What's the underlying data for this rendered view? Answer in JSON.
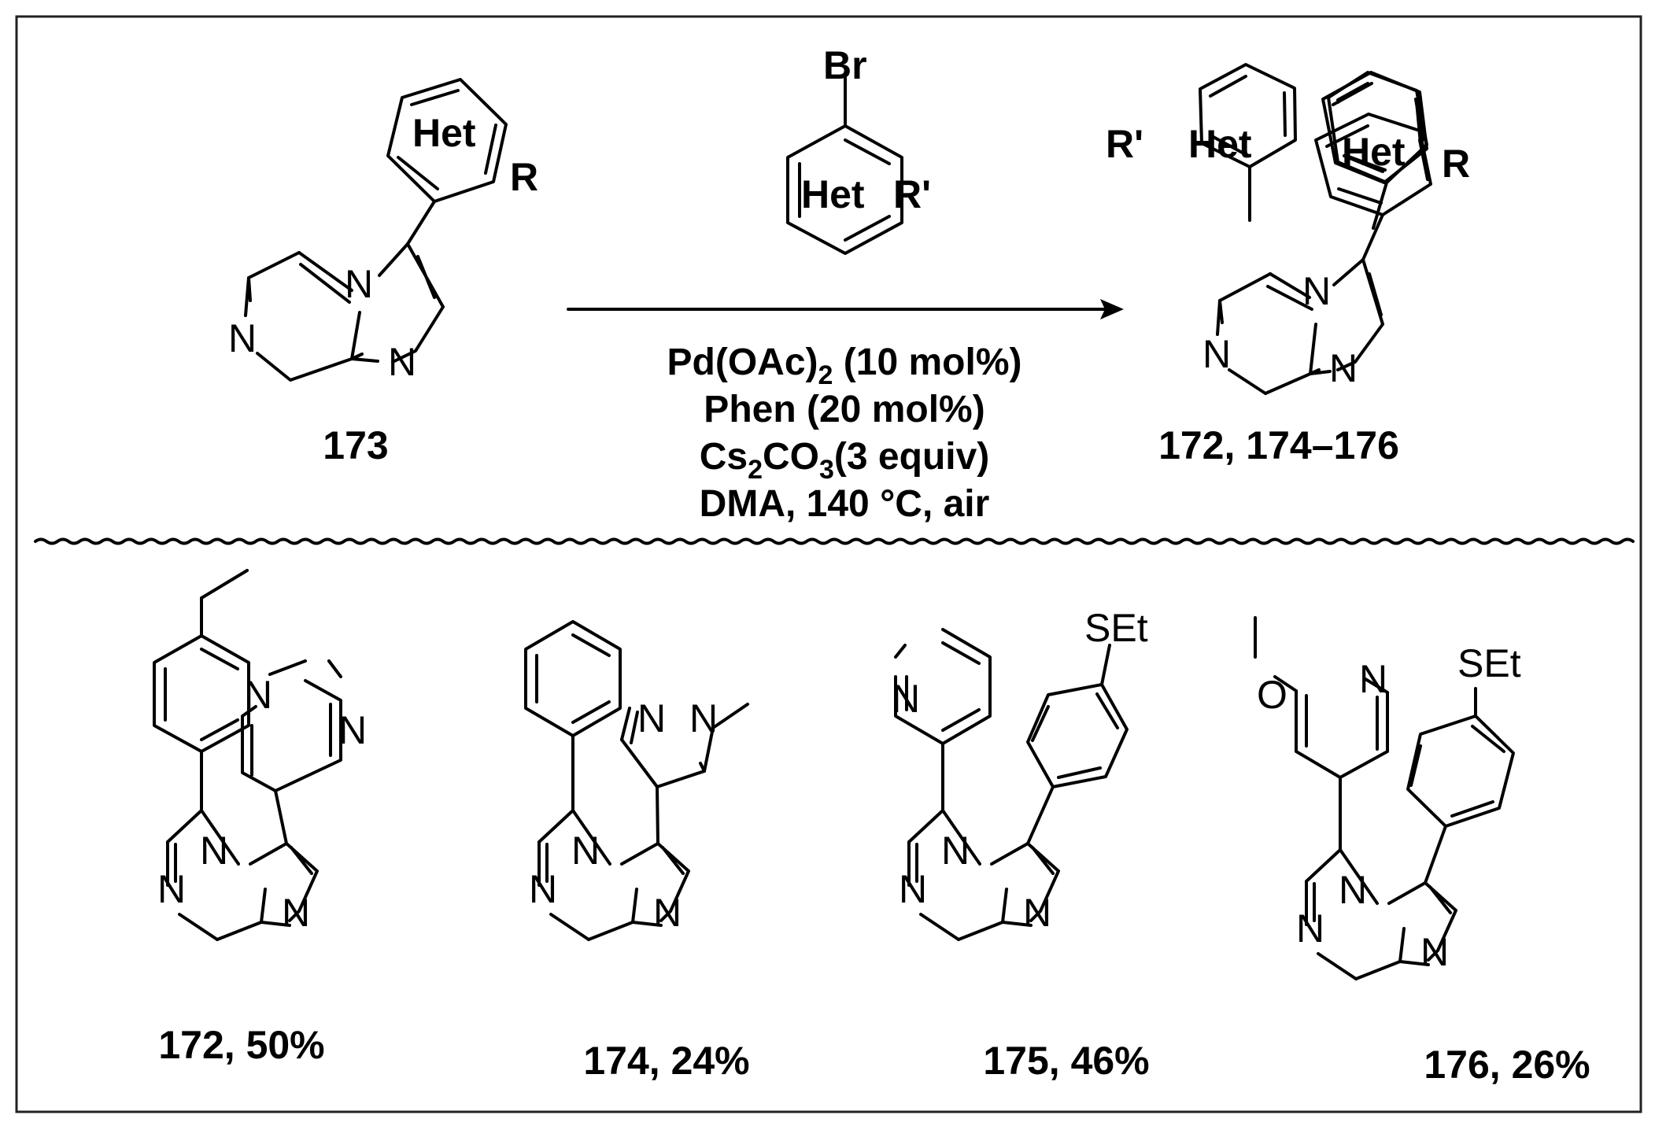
{
  "reaction": {
    "starting_material": {
      "label": "173",
      "het": "Het",
      "r": "R"
    },
    "reagent": {
      "br": "Br",
      "het": "Het",
      "r_prime": "R'"
    },
    "conditions": {
      "line1_main": "Pd(OAc)",
      "line1_sub": "2",
      "line1_rest": " (10 mol%)",
      "line2": "Phen (20 mol%)",
      "line3_a": "Cs",
      "line3_sub1": "2",
      "line3_b": "CO",
      "line3_sub2": "3",
      "line3_c": "(3 equiv)",
      "line4": "DMA, 140 °C, air"
    },
    "product": {
      "label": "172, 174–176",
      "r_prime": "R'",
      "het_left": "Het",
      "het_right": "Het",
      "r": "R"
    }
  },
  "atoms": {
    "n": "N"
  },
  "examples": [
    {
      "label": "172, 50%"
    },
    {
      "label": "174, 24%",
      "pyrazole_n1": "N",
      "pyrazole_n2": "N"
    },
    {
      "label": "175, 46%",
      "substituent": "SEt"
    },
    {
      "label": "176, 26%",
      "substituent": "SEt",
      "methoxy_o": "O"
    }
  ],
  "colors": {
    "ink": "#000000",
    "background": "#ffffff",
    "frame": "#222222"
  }
}
